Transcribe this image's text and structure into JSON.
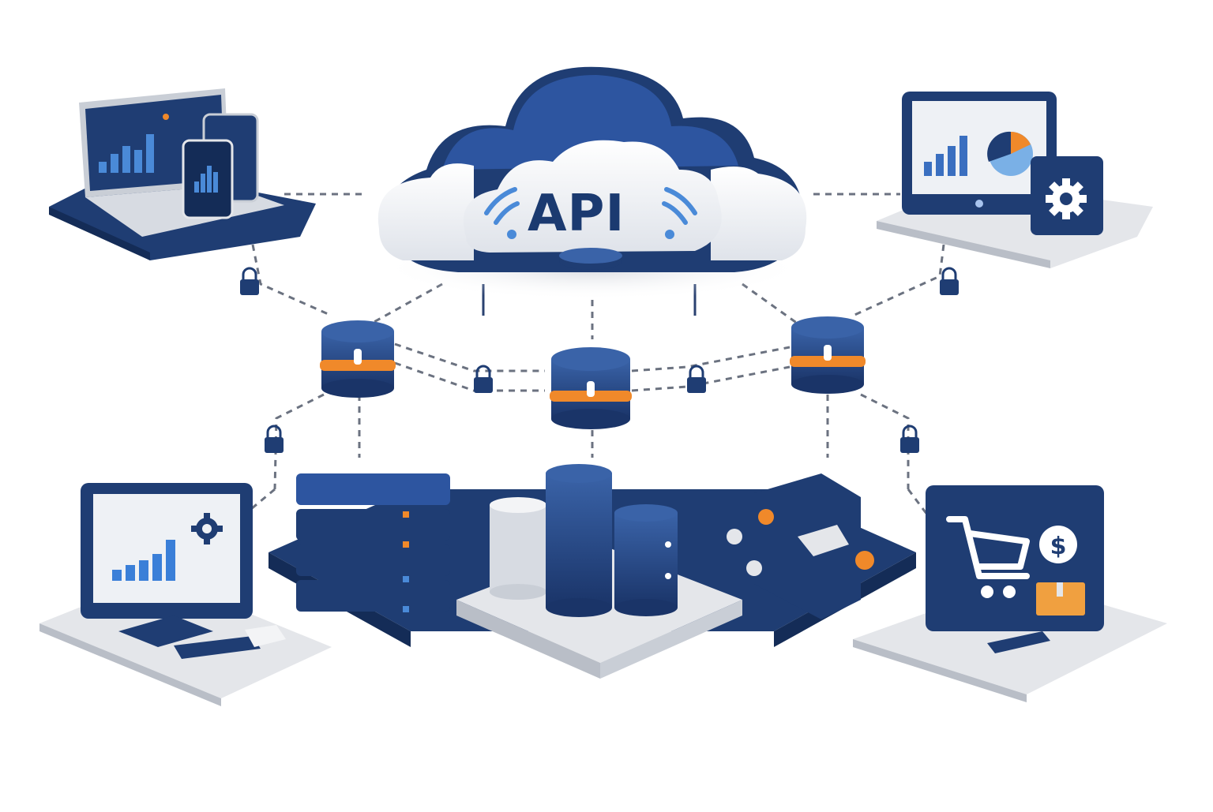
{
  "diagram": {
    "title": "API",
    "colors": {
      "navy": "#1f3d73",
      "navy_dark": "#142c57",
      "navy_light": "#3a63a8",
      "accent_blue": "#4a8ad8",
      "orange": "#f0892a",
      "platform_gray": "#e4e6ea",
      "platform_edge": "#b9bec7",
      "line": "#6b7280",
      "background": "#ffffff"
    },
    "center": {
      "label": "API",
      "icon": "cloud-icon",
      "decorations": [
        "wifi-signal-left-icon",
        "wifi-signal-right-icon"
      ]
    },
    "clients": [
      {
        "id": "top-left",
        "name": "Laptop, tablet and phone with dashboard charts",
        "icon": "devices-icon"
      },
      {
        "id": "top-right",
        "name": "Monitor with bar chart, pie chart and settings box",
        "icon": "analytics-monitor-icon"
      },
      {
        "id": "bottom-left",
        "name": "Desktop with dashboard and settings gear",
        "icon": "desktop-dashboard-icon"
      },
      {
        "id": "bottom-right",
        "name": "E-commerce monitor with cart, dollar and package",
        "icon": "shopping-cart-icon"
      }
    ],
    "gateways": [
      {
        "id": "gateway-left",
        "icon": "secure-database-icon"
      },
      {
        "id": "gateway-center",
        "icon": "secure-database-icon"
      },
      {
        "id": "gateway-right",
        "icon": "secure-database-icon"
      }
    ],
    "locks": [
      {
        "id": "lock-1",
        "icon": "lock-icon"
      },
      {
        "id": "lock-2",
        "icon": "lock-icon"
      },
      {
        "id": "lock-3",
        "icon": "lock-icon"
      },
      {
        "id": "lock-4",
        "icon": "lock-icon"
      },
      {
        "id": "lock-5",
        "icon": "lock-icon"
      },
      {
        "id": "lock-6",
        "icon": "lock-icon"
      }
    ],
    "backend": [
      {
        "id": "server-rack",
        "icon": "server-stack-icon",
        "units": 4
      },
      {
        "id": "database-cluster",
        "icon": "database-stack-icon"
      },
      {
        "id": "integration-box",
        "icon": "network-module-icon"
      }
    ]
  }
}
